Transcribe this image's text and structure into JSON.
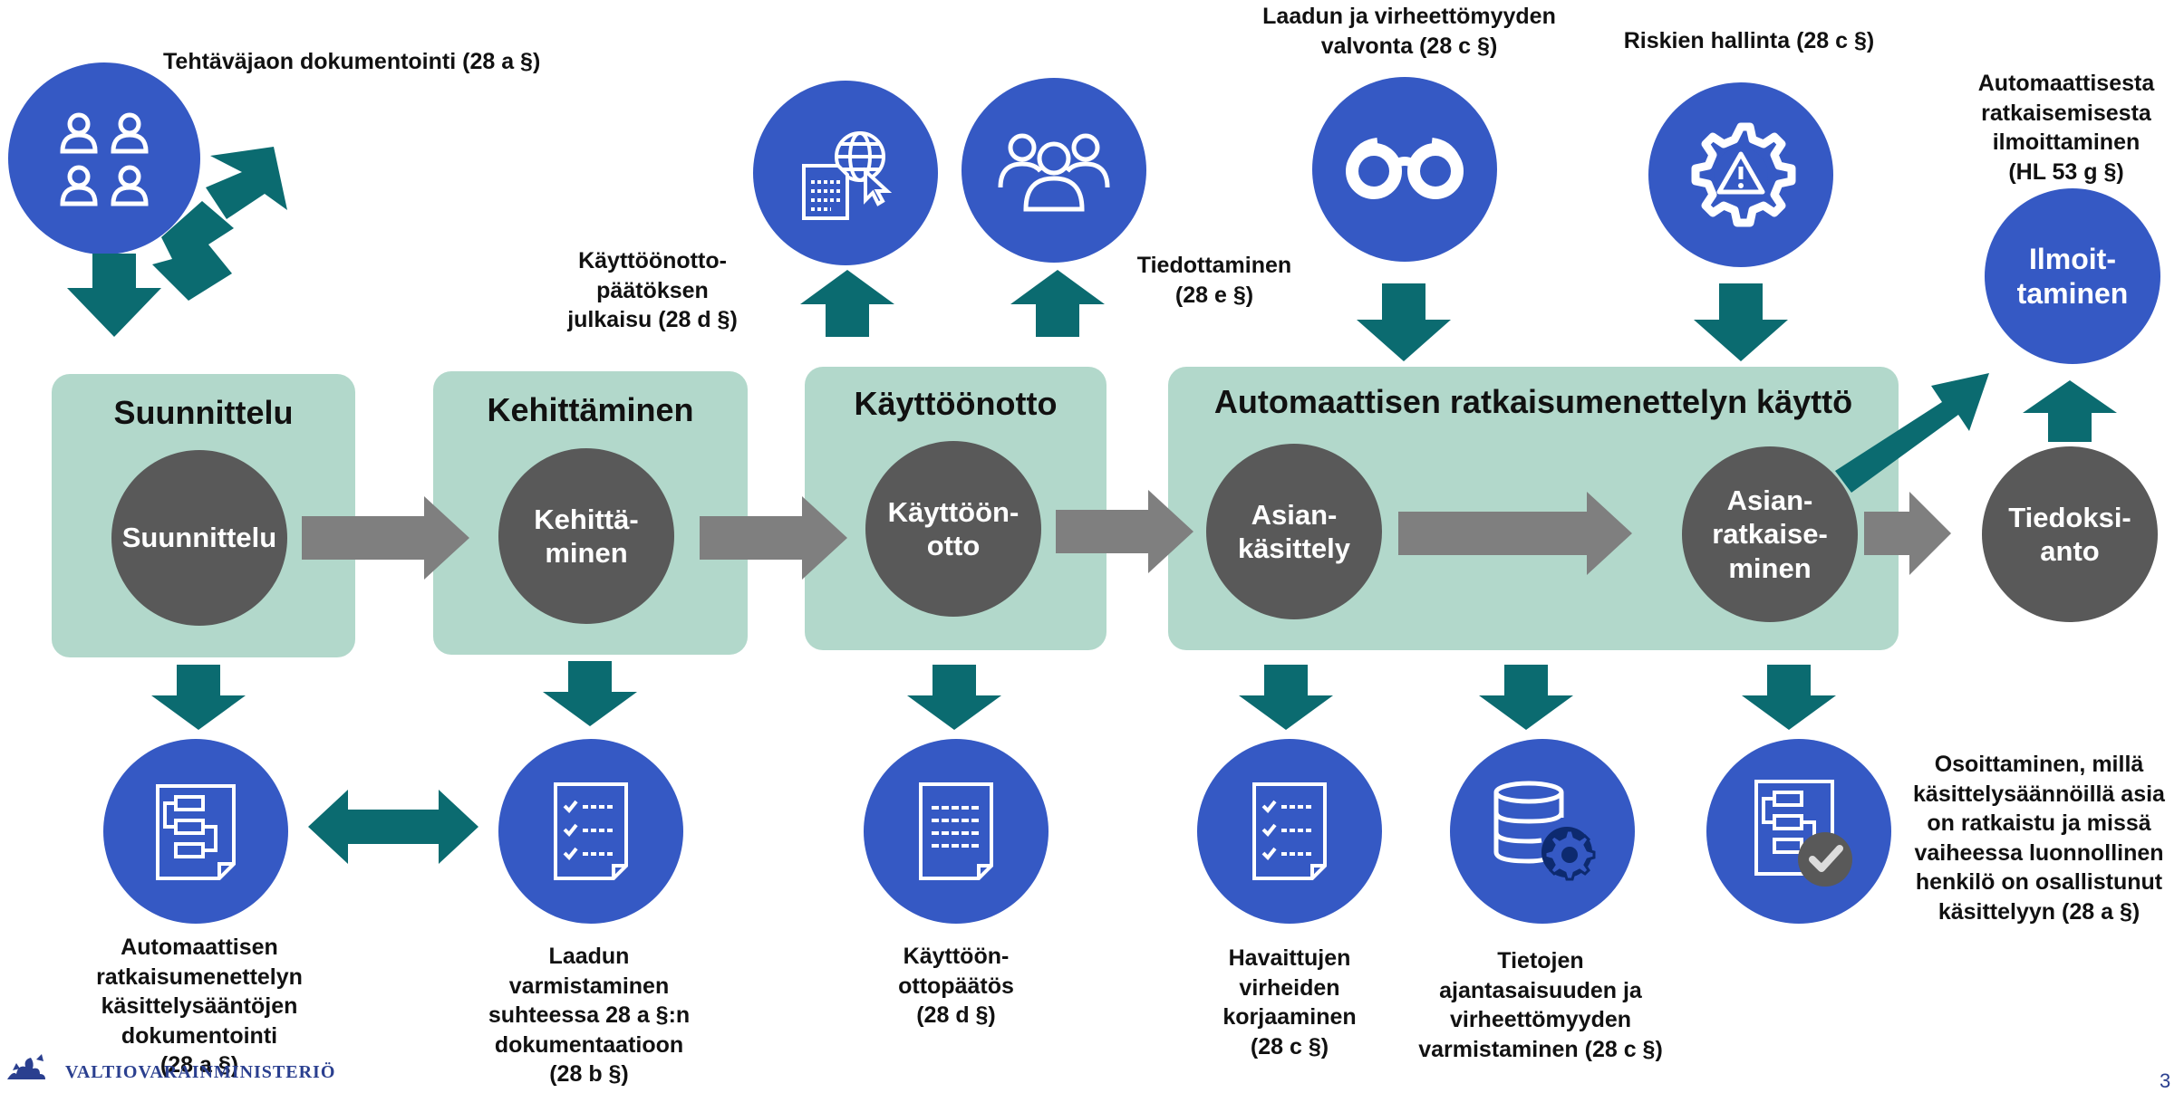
{
  "phases": {
    "suunnittelu": {
      "title": "Suunnittelu",
      "circle": "Suunnittelu"
    },
    "kehittaminen": {
      "title": "Kehittäminen",
      "circle_line1": "Kehittä-",
      "circle_line2": "minen"
    },
    "kayttoonotto": {
      "title": "Käyttöönotto",
      "circle_line1": "Käyttöön-",
      "circle_line2": "otto"
    },
    "kaytto": {
      "title": "Automaattisen ratkaisumenettelyn käyttö",
      "asiankasittely_line1": "Asian-",
      "asiankasittely_line2": "käsittely",
      "asianratkaiseminen_line1": "Asian-",
      "asianratkaiseminen_line2": "ratkaise-",
      "asianratkaiseminen_line3": "minen"
    }
  },
  "tiedoksianto": {
    "line1": "Tiedoksi-",
    "line2": "anto"
  },
  "ilmoittaminen": {
    "line1": "Ilmoit-",
    "line2": "taminen"
  },
  "top_labels": {
    "tehtavajako": "Tehtäväjaon dokumentointi (28 a §)",
    "julkaisu_line1": "Käyttöönotto-",
    "julkaisu_line2": "päätöksen",
    "julkaisu_line3": "julkaisu (28 d §)",
    "tiedottaminen_line1": "Tiedottaminen",
    "tiedottaminen_line2": "(28 e §)",
    "laatu_line1": "Laadun ja virheettömyyden",
    "laatu_line2": "valvonta (28 c §)",
    "riskit": "Riskien hallinta (28 c §)",
    "ilmoitus_line1": "Automaattisesta",
    "ilmoitus_line2": "ratkaisemisesta",
    "ilmoitus_line3": "ilmoittaminen",
    "ilmoitus_line4": "(HL 53 g §)"
  },
  "bottom_labels": {
    "dokumentointi": [
      "Automaattisen",
      "ratkaisumenettelyn",
      "käsittelysääntöjen",
      "dokumentointi",
      "(28 a §)"
    ],
    "laadun": [
      "Laadun",
      "varmistaminen",
      "suhteessa 28 a §:n",
      "dokumentaatioon",
      "(28 b §)"
    ],
    "paatos": [
      "Käyttöön-",
      "ottopäätös",
      "(28 d §)"
    ],
    "virheet": [
      "Havaittujen",
      "virheiden",
      "korjaaminen",
      "(28 c §)"
    ],
    "tietojen": [
      "Tietojen",
      "ajantasaisuuden ja",
      "virheettömyyden",
      "varmistaminen (28 c §)"
    ],
    "osoittaminen": [
      "Osoittaminen, millä",
      "käsittelysäännöillä asia",
      "on ratkaistu ja missä",
      "vaiheessa luonnollinen",
      "henkilö on osallistunut",
      "käsittelyyn (28 a §)"
    ]
  },
  "footer": {
    "logo_text": "VALTIOVARAINMINISTERIÖ",
    "page_number": "3"
  },
  "icons": [
    "people-group-icon",
    "web-document-icon",
    "team-icon",
    "binoculars-icon",
    "gear-warning-icon",
    "flowchart-document-icon",
    "checklist-icon",
    "text-document-icon",
    "database-gear-icon",
    "flowchart-check-icon",
    "ministry-logo-icon"
  ],
  "colors": {
    "phase_box": "#b2d8cb",
    "gray_circle": "#595959",
    "blue_circle": "#3559c4",
    "teal_arrow": "#0b6b70",
    "gray_arrow": "#7f7f7f"
  }
}
